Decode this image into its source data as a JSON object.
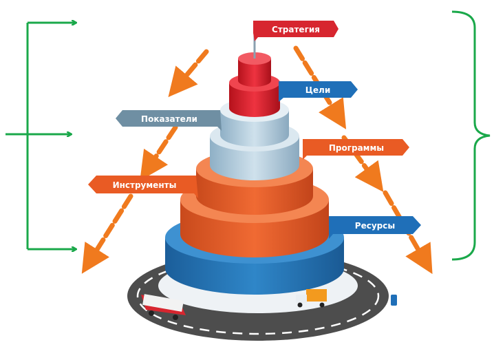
{
  "labels": {
    "strategy": "Стратегия",
    "goals": "Цели",
    "indicators": "Показатели",
    "programs": "Программы",
    "tools": "Инструменты",
    "resources": "Ресурсы"
  },
  "colors": {
    "bracket": "#1aa84a",
    "arrow": "#f07a1e",
    "red_flag": "#d7262f",
    "blue_flag": "#1f6fb8",
    "gray_flag": "#6f8fa3",
    "orange_flag": "#e95b24",
    "road": "#4d4d4d"
  }
}
